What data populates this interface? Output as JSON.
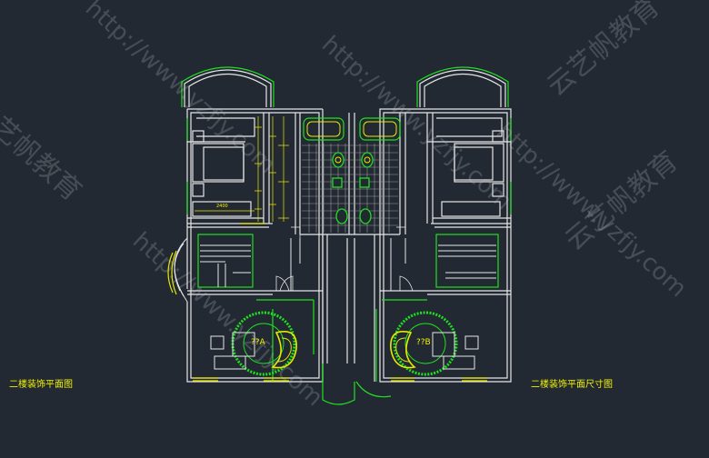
{
  "labels": {
    "left_title": "二楼装饰平面图",
    "right_title": "二楼装饰平面尺寸图",
    "room_a": "??A",
    "room_b": "??B",
    "dim_top": "2400"
  },
  "watermark": {
    "brand": "云艺帆教育",
    "url": "http://www.yzfjy.com"
  },
  "colors": {
    "background": "#222933",
    "walls": "#e6e6e6",
    "green": "#1fe01f",
    "yellow": "#e8e800"
  }
}
